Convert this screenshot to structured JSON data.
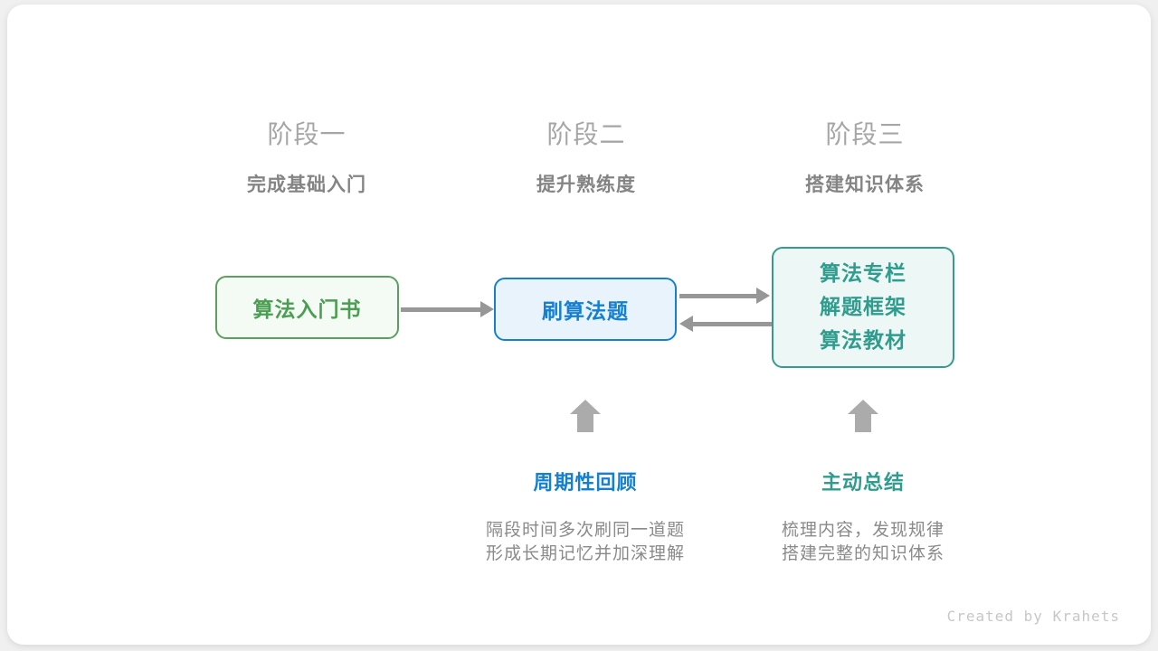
{
  "stages": [
    {
      "number": "阶段一",
      "subtitle": "完成基础入门"
    },
    {
      "number": "阶段二",
      "subtitle": "提升熟练度"
    },
    {
      "number": "阶段三",
      "subtitle": "搭建知识体系"
    }
  ],
  "boxes": {
    "intro_book": {
      "label": "算法入门书",
      "border_color": "#5ba05f",
      "text_color": "#4a9e52",
      "fill_color": "#f4faf4"
    },
    "practice": {
      "label": "刷算法题",
      "border_color": "#1580d0",
      "text_color": "#1580d0",
      "fill_color": "#e9f3fc"
    },
    "knowledge": {
      "lines": [
        "算法专栏",
        "解题框架",
        "算法教材"
      ],
      "border_color": "#379a8d",
      "text_color": "#2f9c8d",
      "fill_color": "#edf7f5"
    }
  },
  "arrows": {
    "intro_to_practice": "right",
    "practice_to_knowledge": "right",
    "knowledge_to_practice": "left",
    "color": "#979797",
    "up_arrow_color": "#ababab"
  },
  "annotations": [
    {
      "title": "周期性回顾",
      "title_color": "#1580d0",
      "desc_line1": "隔段时间多次刷同一道题",
      "desc_line2": "形成长期记忆并加深理解"
    },
    {
      "title": "主动总结",
      "title_color": "#2f9c8d",
      "desc_line1": "梳理内容，发现规律",
      "desc_line2": "搭建完整的知识体系"
    }
  ],
  "footer": {
    "credit": "Created by Krahets"
  }
}
